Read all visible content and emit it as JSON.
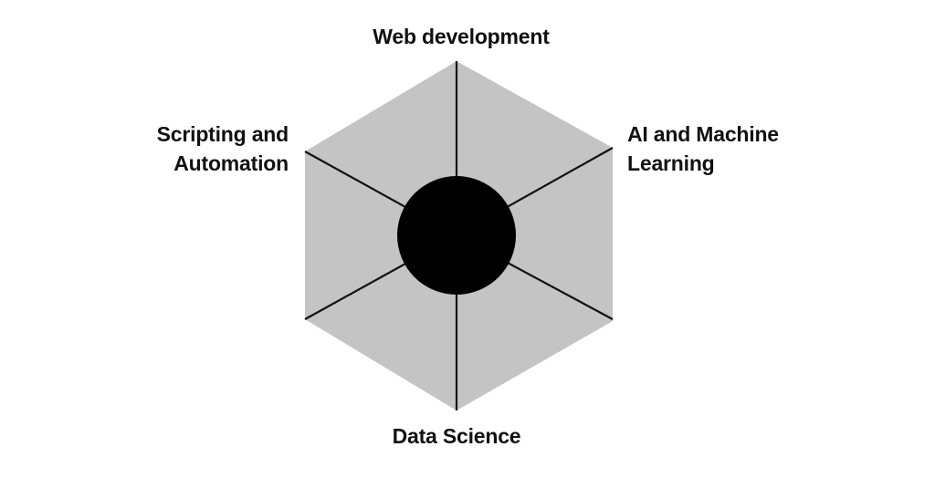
{
  "diagram": {
    "segments": [
      {
        "lines": [
          "Web development"
        ]
      },
      {
        "lines": [
          "AI and Machine",
          "Learning"
        ]
      },
      {
        "lines": []
      },
      {
        "lines": [
          "Data Science"
        ]
      },
      {
        "lines": []
      },
      {
        "lines": [
          "Scripting and",
          "Automation"
        ]
      }
    ]
  },
  "colors": {
    "hexagon_fill": "#c4c4c4",
    "spoke": "#111111",
    "hub": "#000000",
    "text": "#111111"
  }
}
